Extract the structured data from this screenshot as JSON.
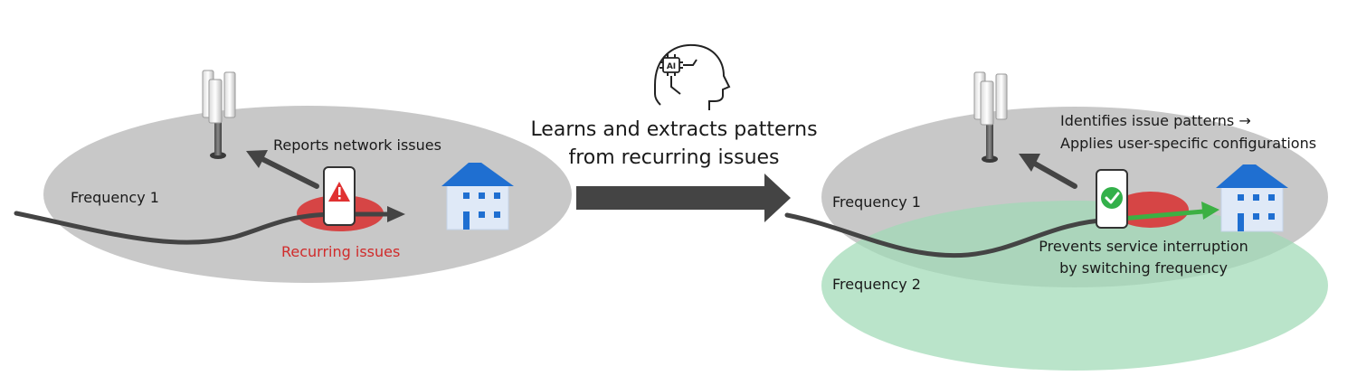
{
  "left": {
    "zone_label": "Frequency 1",
    "report_label": "Reports network issues",
    "issue_label": "Recurring issues"
  },
  "center": {
    "ai_chip_text": "AI",
    "caption_line1": "Learns and extracts patterns",
    "caption_line2": "from recurring issues"
  },
  "right": {
    "zone1_label": "Frequency 1",
    "zone2_label": "Frequency 2",
    "identify_line1": "Identifies issue patterns →",
    "identify_line2": "Applies user-specific configurations",
    "prevent_line1": "Prevents service interruption",
    "prevent_line2": "by switching frequency"
  },
  "colors": {
    "zone_gray": "#c8c8c8",
    "zone_green": "#9fd9b5",
    "issue_red": "#d64545",
    "path_dark": "#444444",
    "arrow_green": "#3cb043",
    "house_roof": "#1f6fd1",
    "house_wall": "#dfe9f7",
    "check_green": "#33b04a",
    "alert_red": "#e03131"
  }
}
